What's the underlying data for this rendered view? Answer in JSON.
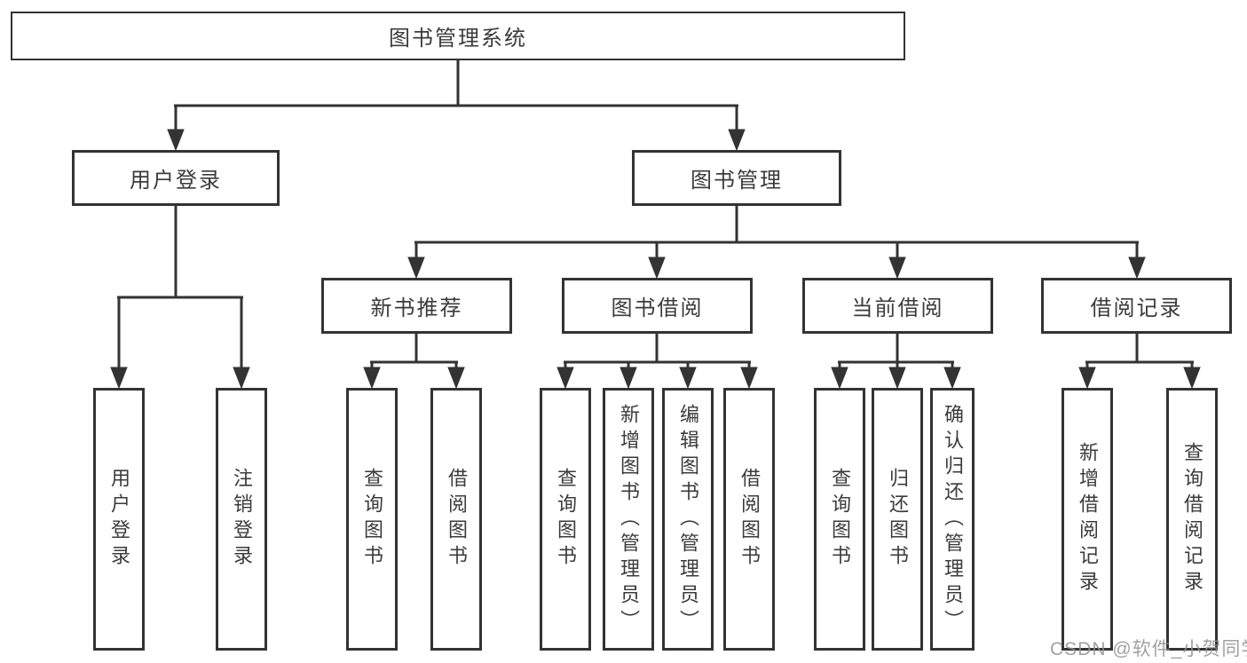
{
  "diagram": {
    "root": {
      "label": "图书管理系统"
    },
    "level2": {
      "user_login": {
        "label": "用户登录"
      },
      "book_management": {
        "label": "图书管理"
      }
    },
    "level3": {
      "new_book_recommend": {
        "label": "新书推荐"
      },
      "book_borrow": {
        "label": "图书借阅"
      },
      "current_borrow": {
        "label": "当前借阅"
      },
      "borrow_records": {
        "label": "借阅记录"
      }
    },
    "leaves": {
      "login_user_login": "用户登录",
      "login_logout": "注销登录",
      "recommend_query_books": "查询图书",
      "recommend_borrow_books": "借阅图书",
      "borrow_query_books": "查询图书",
      "borrow_add_books_admin": "新增图书（管理员）",
      "borrow_edit_books_admin": "编辑图书（管理员）",
      "borrow_borrow_books": "借阅图书",
      "current_query_books": "查询图书",
      "current_return_books": "归还图书",
      "current_confirm_return_admin": "确认归还（管理员）",
      "records_add_record": "新增借阅记录",
      "records_query_record": "查询借阅记录"
    }
  },
  "watermark": {
    "text": "CSDN @软件_小贺同学"
  },
  "colors": {
    "line": "#333333",
    "text": "#3b3b3b",
    "background": "#ffffff",
    "watermark": "#919191"
  }
}
